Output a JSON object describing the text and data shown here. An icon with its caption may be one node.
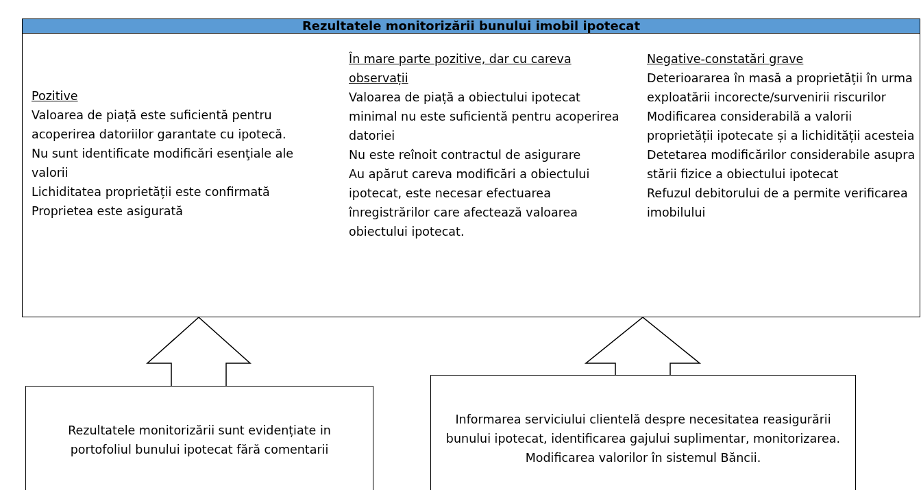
{
  "diagram": {
    "nodes": [
      {
        "text": [
          "Rezultatele monitorizării bunului imobil ipotecat",
          "Pozitive",
          "Valoarea de piață este suficientă pentru acoperirea datoriilor garantate cu ipotecă. Nu sunt identificate modificări esenţiale ale valorii",
          "Lichiditatea proprietății este confirmată",
          "Proprietea este asigurată",
          "În mare parte pozitive, dar cu careva observații",
          "Valoarea de piață a obiectului ipotecat minimal nu este suficientă pentru acoperirea datoriei",
          "Nu este reînoit contractul de asigurare",
          "Au apărut careva modificări a obiectului ipotecat, este necesar efectuarea înregistrărilor care afectează valoarea obiectului ipotecat.",
          "Negative-constatări grave",
          "Deterioararea în masă a proprietății în urma exploatării incorecte/survenirii riscurilor",
          "Modificarea considerabilă a valorii proprietății ipotecate și a lichidității acesteia",
          "Detetarea modificărilor considerabile asupra stării fizice a obiectului ipotecat",
          "Refuzul debitorului de a permite verificarea imobilului"
        ]
      },
      {
        "text": [
          "Rezultatele monitorizării sunt evidențiate in portofoliul bunului ipotecat fără comentarii"
        ]
      },
      {
        "text": [
          "Informarea serviciului clientelă despre necesitatea reasigurării bunului ipotecat, identificarea gajului suplimentar, monitorizarea. Modificarea valorilor în sistemul Băncii."
        ]
      }
    ],
    "edges": [
      {
        "from": 1,
        "to": 0,
        "arrow": "to"
      },
      {
        "from": 2,
        "to": 0,
        "arrow": "to"
      }
    ]
  }
}
